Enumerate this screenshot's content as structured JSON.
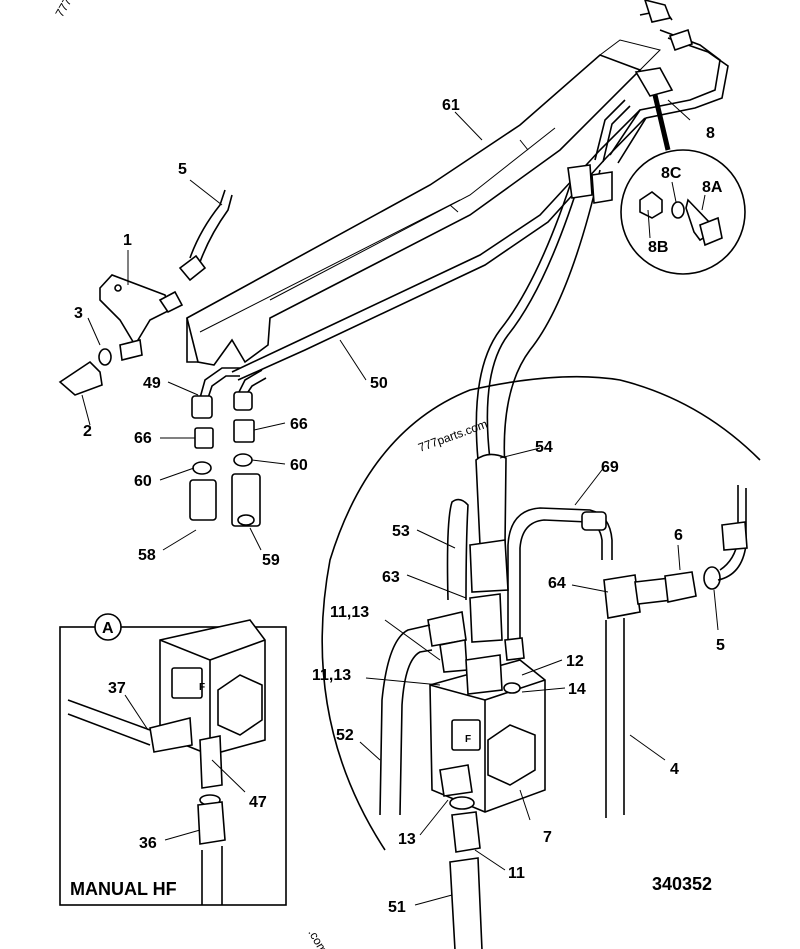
{
  "labels": {
    "l1": "1",
    "l2": "2",
    "l3": "3",
    "l5a": "5",
    "l5b": "5",
    "l4": "4",
    "l6": "6",
    "l7": "7",
    "l8": "8",
    "l8a": "8A",
    "l8b": "8B",
    "l8c": "8C",
    "l11": "11",
    "l11_13a": "11,13",
    "l11_13b": "11,13",
    "l12": "12",
    "l13": "13",
    "l14": "14",
    "l36": "36",
    "l37": "37",
    "l47": "47",
    "l49": "49",
    "l50": "50",
    "l51": "51",
    "l52": "52",
    "l53": "53",
    "l54": "54",
    "l58": "58",
    "l59": "59",
    "l60a": "60",
    "l60b": "60",
    "l61": "61",
    "l63": "63",
    "l64": "64",
    "l66a": "66",
    "l66b": "66",
    "l69": "69"
  },
  "inset": {
    "callout": "A",
    "caption": "MANUAL HF"
  },
  "drawing_number": "340352",
  "watermark": {
    "site": "777parts.com",
    "corner": "777",
    "bottom": ".com"
  },
  "valve_badge": "F"
}
